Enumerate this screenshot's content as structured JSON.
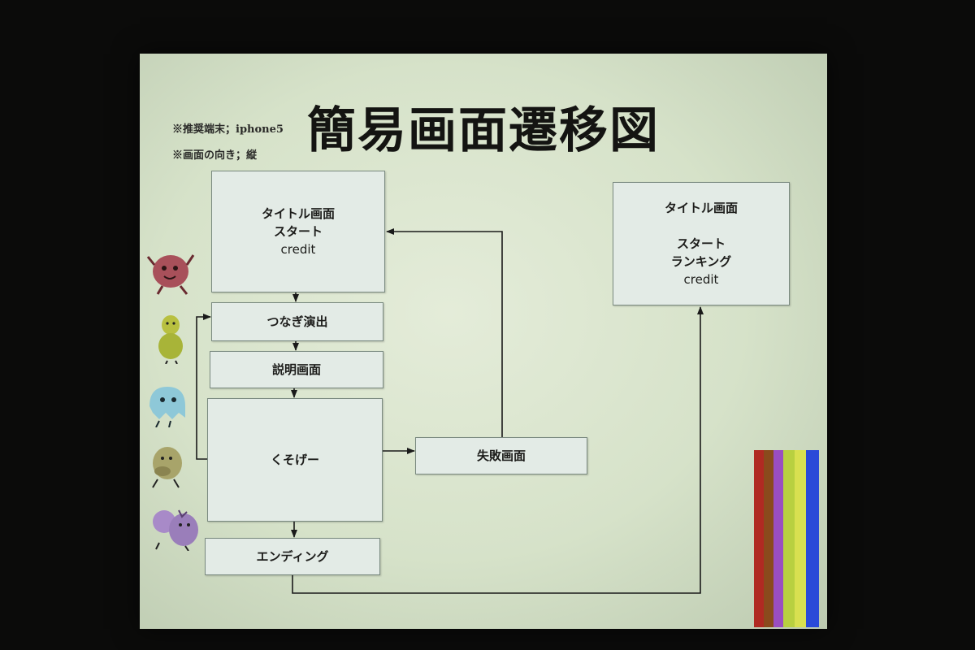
{
  "slide": {
    "title": "簡易画面遷移図",
    "notes": [
      "※推奨端末；iphone5",
      "※画面の向き；縦"
    ]
  },
  "screens": {
    "title_screen": [
      "タイトル画面",
      "スタート",
      "credit"
    ],
    "tsunagi": "つなぎ演出",
    "setsumei": "説明画面",
    "game": "くそげー",
    "failure": "失敗画面",
    "ending": "エンディング",
    "title_screen_2": [
      "タイトル画面",
      "",
      "スタート",
      "ランキング",
      "credit"
    ]
  },
  "colors": {
    "box_fill": "#e3ebe6",
    "arrow": "#1a1a1a",
    "stripes": [
      "#b02a22",
      "#8a4a1c",
      "#9a4ec0",
      "#b8d040",
      "#d8e050",
      "#2a4ad8"
    ]
  },
  "icons": [
    "red-blob-character-icon",
    "green-bird-character-icon",
    "blue-ghost-character-icon",
    "olive-creature-character-icon",
    "purple-cat-character-icon"
  ]
}
